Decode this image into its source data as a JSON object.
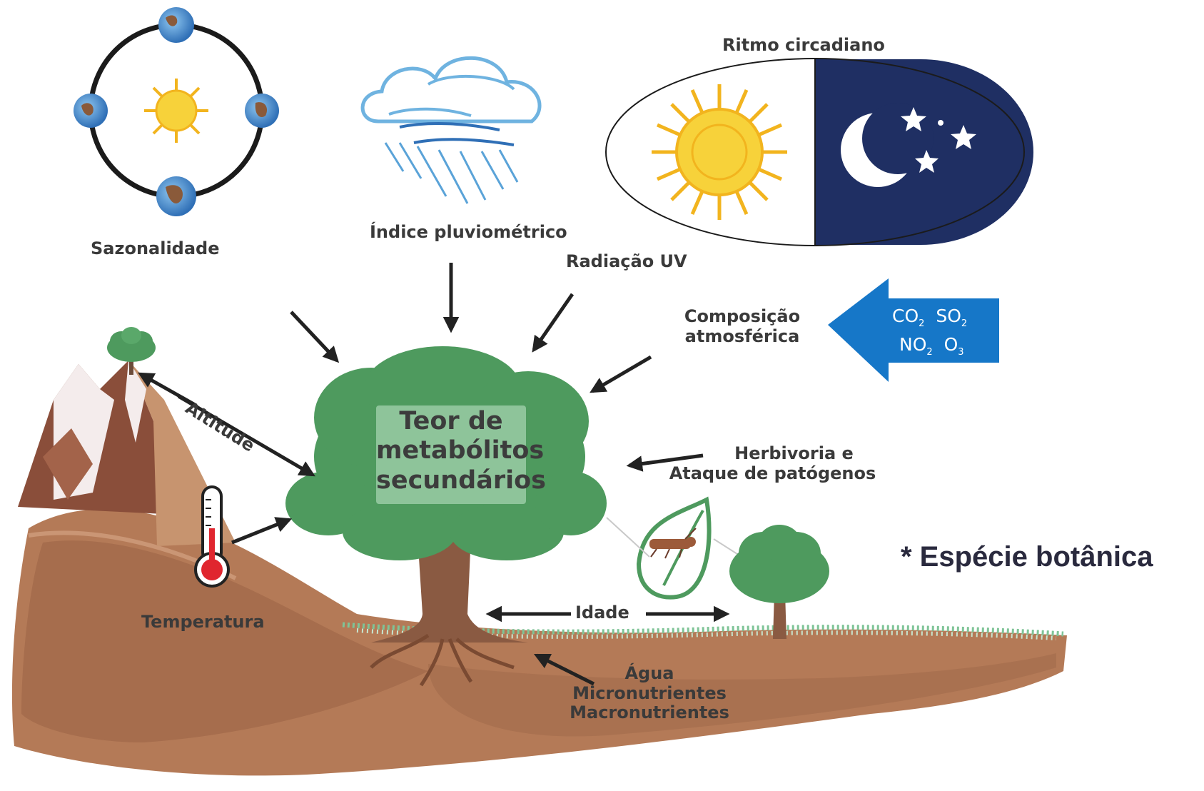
{
  "labels": {
    "seasonality": "Sazonalidade",
    "rain_index": "Índice pluviométrico",
    "circadian": "Ritmo circadiano",
    "uv": "Radiação UV",
    "atmosphere_1": "Composição",
    "atmosphere_2": "atmosférica",
    "altitude": "Altitude",
    "temperature": "Temperatura",
    "herbivory_1": "Herbivoria e",
    "herbivory_2": "Ataque de patógenos",
    "age": "Idade",
    "water": "Água",
    "micro": "Micronutrientes",
    "macro": "Macronutrientes"
  },
  "center": {
    "line1": "Teor de",
    "line2": "metabólitos",
    "line3": "secundários"
  },
  "gases": {
    "co": "CO",
    "co_sub": "2",
    "so": "SO",
    "so_sub": "2",
    "no": "NO",
    "no_sub": "2",
    "o": "O",
    "o_sub": "3"
  },
  "note": "* Espécie botânica",
  "colors": {
    "tree_green": "#4e9a5e",
    "soil_brown": "#b07a55",
    "night_blue": "#1f2f63",
    "arrow_blue": "#1677c8",
    "sun_yellow": "#f7d23a"
  }
}
